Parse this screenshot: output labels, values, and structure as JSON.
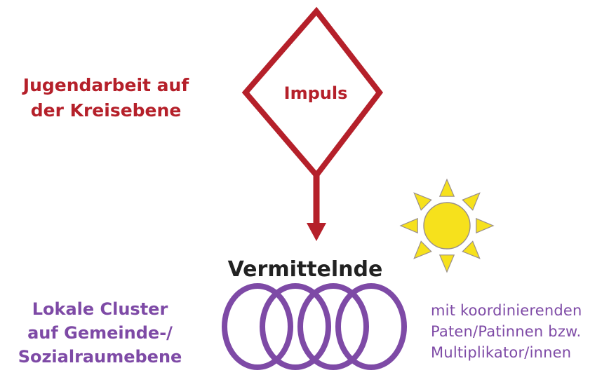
{
  "colors": {
    "red": "#b5202a",
    "purple": "#7e4aa6",
    "black": "#222222",
    "sun_fill": "#f6e11c",
    "sun_stroke": "#9a8f8a"
  },
  "labels": {
    "kreisebene": [
      "Jugendarbeit auf",
      "der Kreisebene"
    ],
    "impuls": "Impuls",
    "vermittelnde": "Vermittelnde",
    "cluster": [
      "Lokale Cluster",
      "auf Gemeinde-/",
      "Sozialraumebene"
    ],
    "paten": [
      "mit koordinierenden",
      "Paten/Patinnen bzw.",
      "Multiplikator/innen"
    ]
  },
  "icons": {
    "sun": "sun-icon",
    "rings": "interlocking-rings-icon",
    "arrow": "down-arrow-icon"
  },
  "rings_count": 4
}
